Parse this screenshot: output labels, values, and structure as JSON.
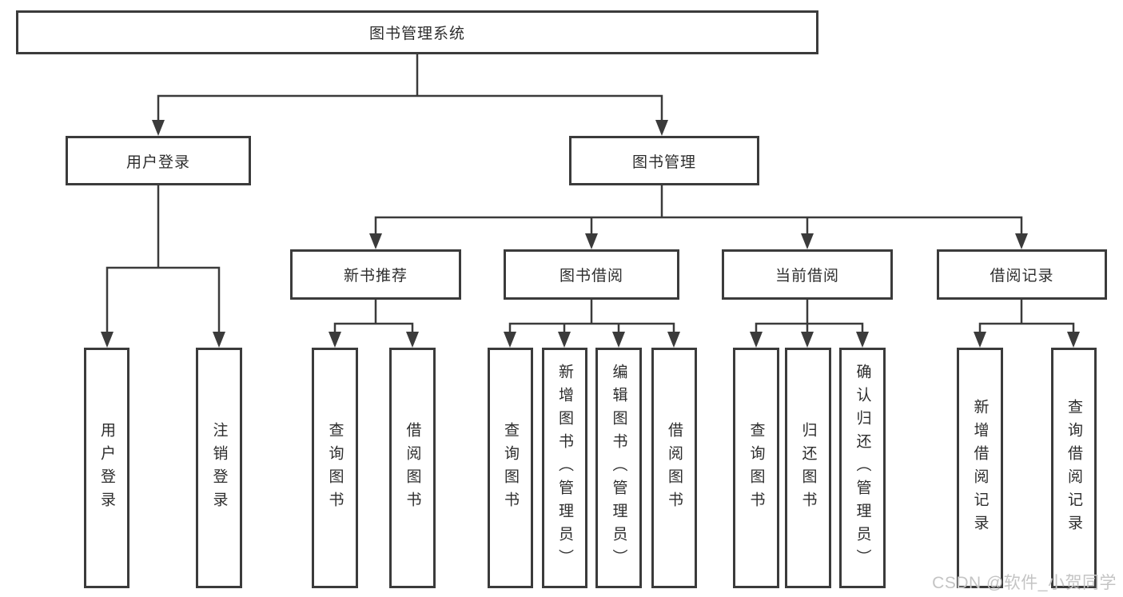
{
  "tree": {
    "label": "图书管理系统",
    "children": [
      {
        "label": "用户登录",
        "children": [
          {
            "label": "用户登录"
          },
          {
            "label": "注销登录"
          }
        ]
      },
      {
        "label": "图书管理",
        "children": [
          {
            "label": "新书推荐",
            "children": [
              {
                "label": "查询图书"
              },
              {
                "label": "借阅图书"
              }
            ]
          },
          {
            "label": "图书借阅",
            "children": [
              {
                "label": "查询图书"
              },
              {
                "label": "新增图书（管理员）"
              },
              {
                "label": "编辑图书（管理员）"
              },
              {
                "label": "借阅图书"
              }
            ]
          },
          {
            "label": "当前借阅",
            "children": [
              {
                "label": "查询图书"
              },
              {
                "label": "归还图书"
              },
              {
                "label": "确认归还（管理员）"
              }
            ]
          },
          {
            "label": "借阅记录",
            "children": [
              {
                "label": "新增借阅记录"
              },
              {
                "label": "查询借阅记录"
              }
            ]
          }
        ]
      }
    ]
  },
  "watermark": {
    "text": "CSDN @软件_小贺同学"
  },
  "colors": {
    "line": "#3b3b3b",
    "box_border": "#3b3b3b",
    "text": "#2d2d2d",
    "watermark": "#c4c4c4",
    "background": "#ffffff"
  }
}
